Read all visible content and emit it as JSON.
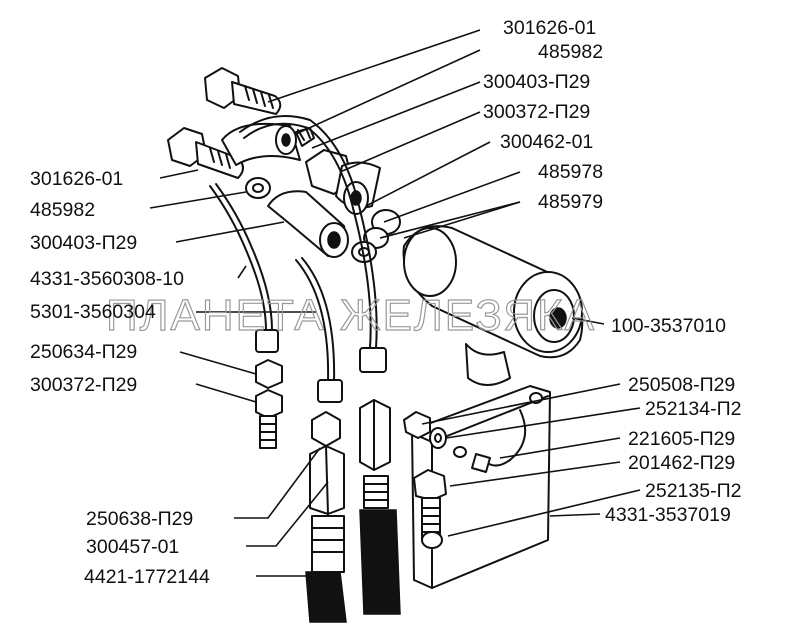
{
  "watermark": "ПЛАНЕТА ЖЕЛЕЗЯКА",
  "labels": [
    "301626-01",
    "485982",
    "300403-П29",
    "300372-П29",
    "300462-01",
    "485978",
    "485979",
    "301626-01",
    "485982",
    "300403-П29",
    "4331-3560308-10",
    "5301-3560304",
    "250634-П29",
    "300372-П29",
    "100-3537010",
    "250508-П29",
    "252134-П2",
    "221605-П29",
    "201462-П29",
    "252135-П2",
    "4331-3537019",
    "250638-П29",
    "300457-01",
    "4421-1772144"
  ]
}
